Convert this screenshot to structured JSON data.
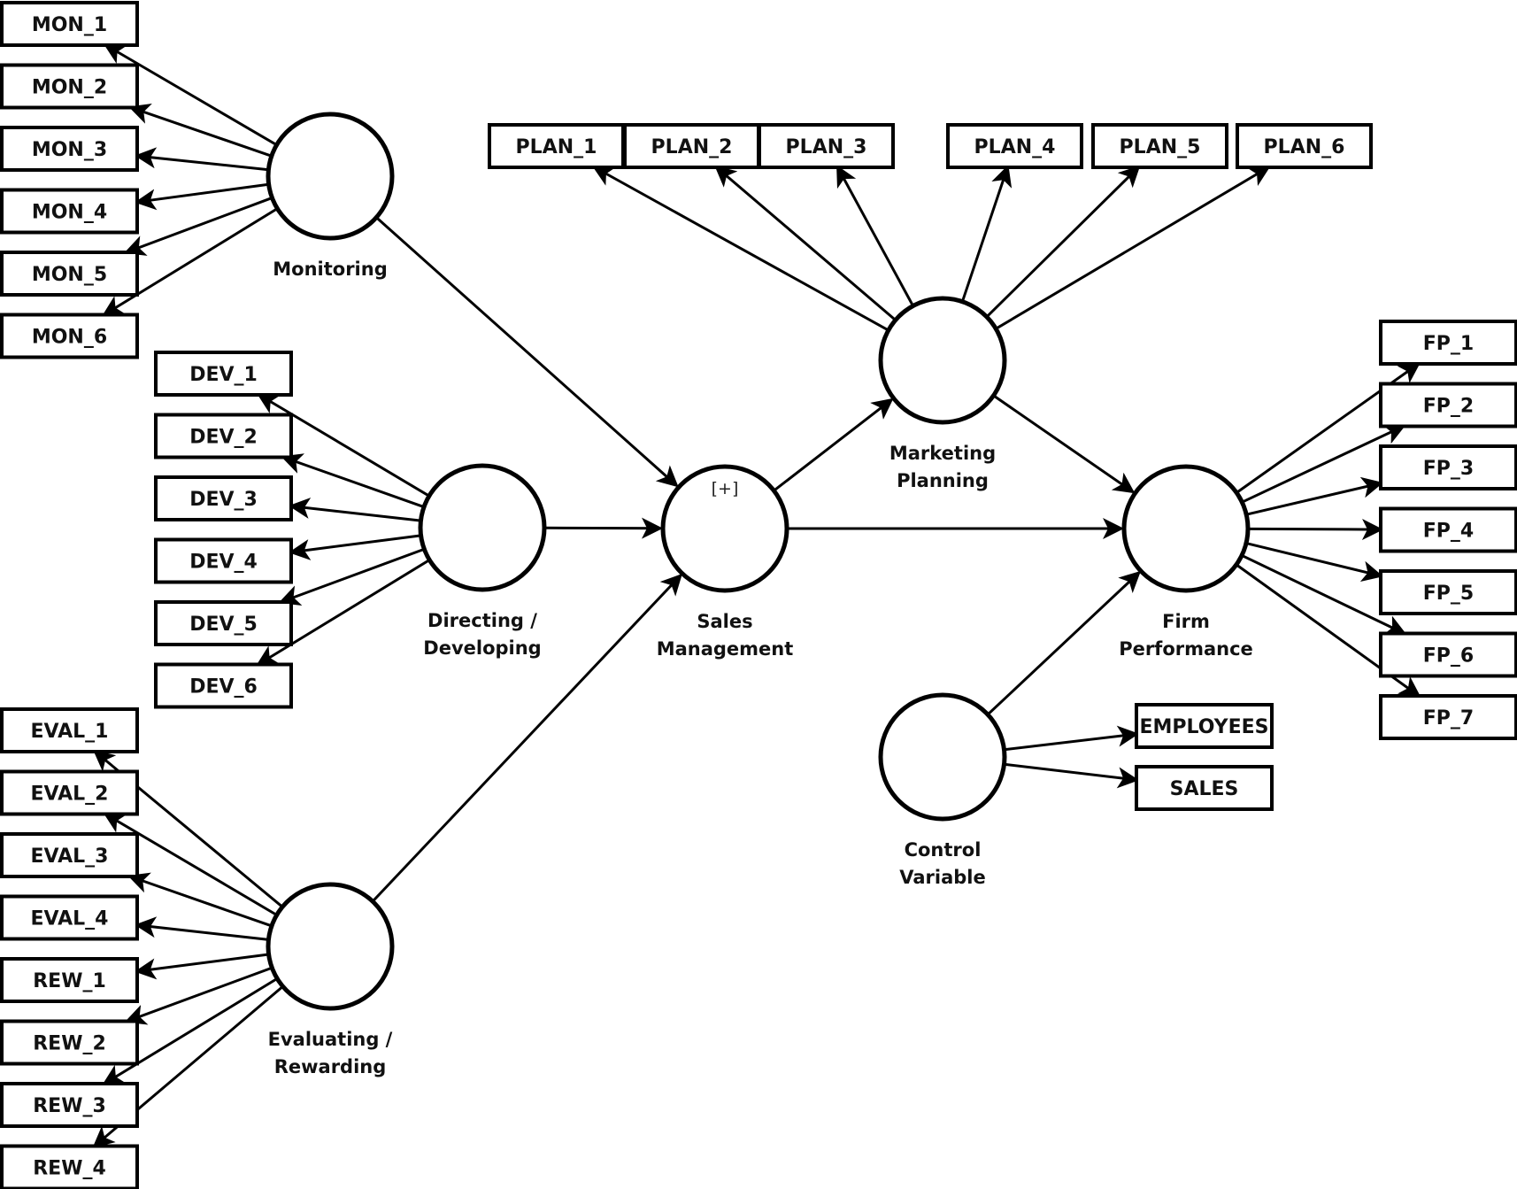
{
  "diagram": {
    "type": "structural-equation-model",
    "latent_variables": [
      {
        "id": "monitoring",
        "label_lines": [
          "Monitoring"
        ]
      },
      {
        "id": "directing",
        "label_lines": [
          "Directing /",
          "Developing"
        ]
      },
      {
        "id": "evaluating",
        "label_lines": [
          "Evaluating /",
          "Rewarding"
        ]
      },
      {
        "id": "sales_mgmt",
        "label_lines": [
          "Sales",
          "Management"
        ],
        "marker": "[+]"
      },
      {
        "id": "marketing",
        "label_lines": [
          "Marketing",
          "Planning"
        ]
      },
      {
        "id": "firm_perf",
        "label_lines": [
          "Firm",
          "Performance"
        ]
      },
      {
        "id": "control",
        "label_lines": [
          "Control",
          "Variable"
        ]
      }
    ],
    "indicator_groups": [
      {
        "latent": "monitoring",
        "indicators": [
          "MON_1",
          "MON_2",
          "MON_3",
          "MON_4",
          "MON_5",
          "MON_6"
        ]
      },
      {
        "latent": "directing",
        "indicators": [
          "DEV_1",
          "DEV_2",
          "DEV_3",
          "DEV_4",
          "DEV_5",
          "DEV_6"
        ]
      },
      {
        "latent": "evaluating",
        "indicators": [
          "EVAL_1",
          "EVAL_2",
          "EVAL_3",
          "EVAL_4",
          "REW_1",
          "REW_2",
          "REW_3",
          "REW_4"
        ]
      },
      {
        "latent": "marketing",
        "indicators": [
          "PLAN_1",
          "PLAN_2",
          "PLAN_3",
          "PLAN_4",
          "PLAN_5",
          "PLAN_6"
        ]
      },
      {
        "latent": "firm_perf",
        "indicators": [
          "FP_1",
          "FP_2",
          "FP_3",
          "FP_4",
          "FP_5",
          "FP_6",
          "FP_7"
        ]
      },
      {
        "latent": "control",
        "indicators": [
          "EMPLOYEES",
          "SALES"
        ]
      }
    ],
    "structural_paths": [
      {
        "from": "monitoring",
        "to": "sales_mgmt"
      },
      {
        "from": "directing",
        "to": "sales_mgmt"
      },
      {
        "from": "evaluating",
        "to": "sales_mgmt"
      },
      {
        "from": "sales_mgmt",
        "to": "marketing"
      },
      {
        "from": "sales_mgmt",
        "to": "firm_perf"
      },
      {
        "from": "marketing",
        "to": "firm_perf"
      },
      {
        "from": "control",
        "to": "firm_perf"
      }
    ]
  }
}
